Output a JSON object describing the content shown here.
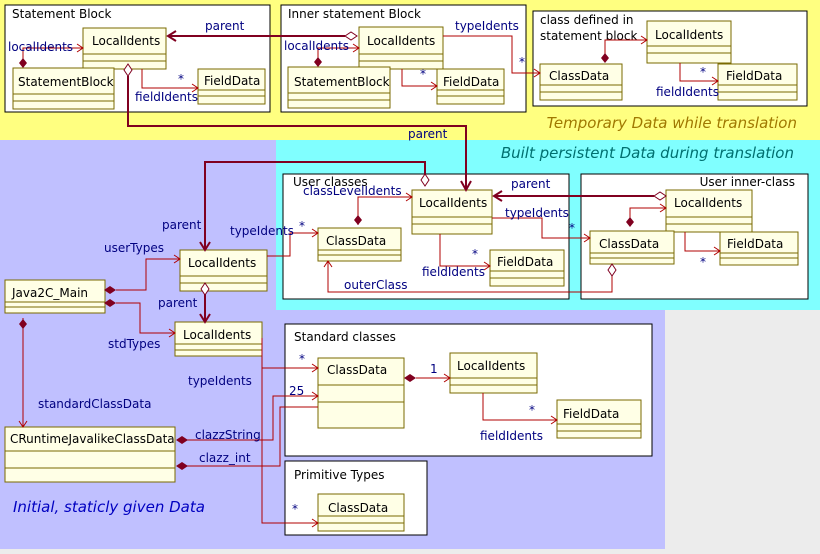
{
  "zones": {
    "temporary": "Temporary Data while translation",
    "persistent": "Built persistent Data during translation",
    "initial": "Initial, staticly given Data"
  },
  "colors": {
    "temporary_bg": "#ffff80",
    "persistent_bg": "#80ffff",
    "initial_bg": "#c0c0ff",
    "class_fill": "#ffffe6",
    "association": "#b00000",
    "role_text": "#000080",
    "zone_title_temp": "#a07800",
    "zone_title_persist": "#007070",
    "zone_title_init": "#0000c0"
  },
  "packages": {
    "statement_block": "Statement Block",
    "inner_statement_block": "Inner statement Block",
    "class_in_statement": [
      "class defined in",
      "statement block"
    ],
    "user_classes": "User classes",
    "user_inner_class": "User inner-class",
    "standard_classes": "Standard classes",
    "primitive_types": "Primitive Types"
  },
  "classes": {
    "local_idents": "LocalIdents",
    "statement_block": "StatementBlock",
    "field_data": "FieldData",
    "class_data": "ClassData",
    "java2c_main": "Java2C_Main",
    "cruntime": "CRuntimeJavalikeClassData"
  },
  "roles": {
    "parent": "parent",
    "local_idents": "localIdents",
    "field_idents": "fieldIdents",
    "type_idents": "typeIdents",
    "class_level_idents": "classLevelIdents",
    "user_types": "userTypes",
    "std_types": "stdTypes",
    "standard_class_data": "standardClassData",
    "clazz_string": "clazzString",
    "clazz_int": "clazz_int",
    "outer_class": "outerClass"
  },
  "multiplicity": {
    "many": "*",
    "one": "1",
    "twenty_five": "25"
  }
}
